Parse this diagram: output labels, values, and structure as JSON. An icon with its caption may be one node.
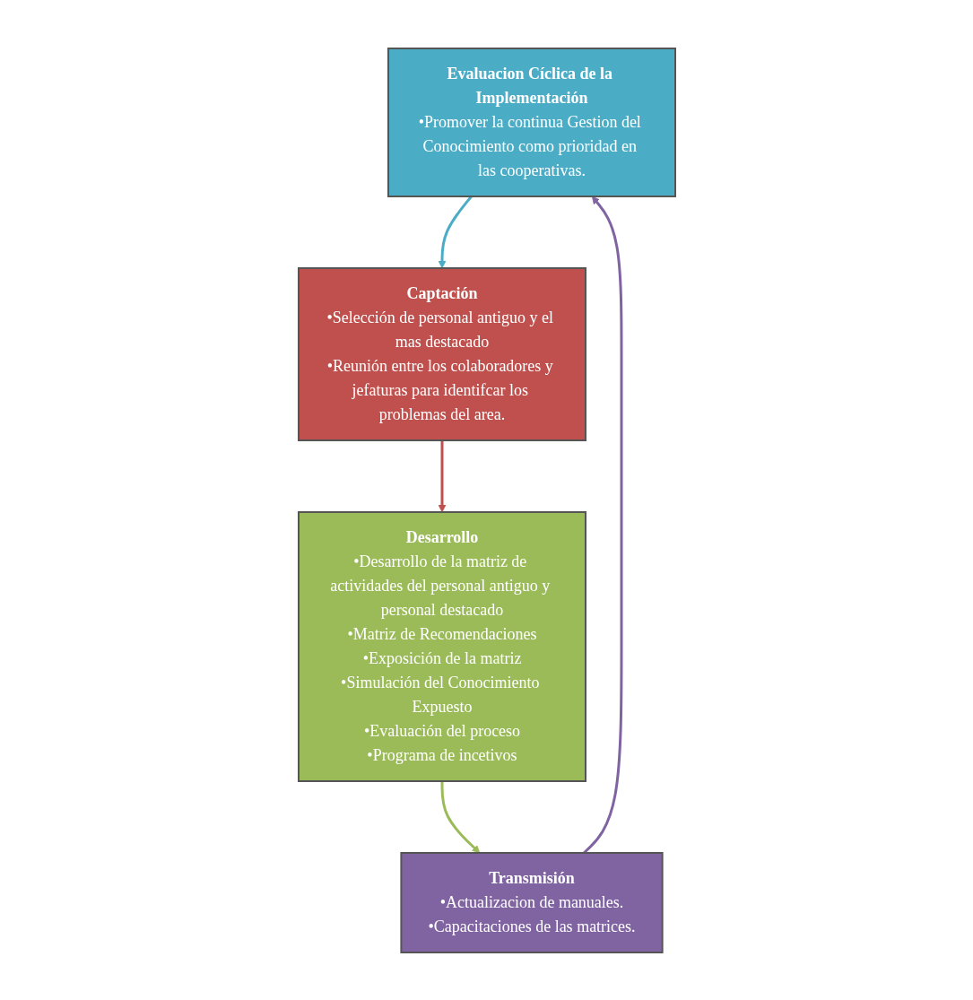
{
  "diagram": {
    "nodes": [
      {
        "text": [
          "Evaluacion Cíclica de la Implementación",
          "•Promover la continua Gestion del Conocimiento como prioridad en las cooperativas."
        ]
      },
      {
        "text": [
          "Captación",
          "•Selección de personal antiguo y el mas destacado",
          "•Reunión entre los colaboradores y jefaturas para identifcar los problemas del area."
        ]
      },
      {
        "text": [
          "Transmisión",
          "•Actualizacion de manuales.",
          "•Capacitaciones de las matrices."
        ]
      },
      {
        "text": [
          "Desarrollo",
          "•Desarrollo de la matriz de actividades del personal antiguo y personal destacado",
          "•Matriz de Recomendaciones",
          "•Exposición de la matriz",
          "•Simulación del Conocimiento Expuesto",
          "•Evaluación del proceso",
          "•Programa de incetivos"
        ]
      }
    ],
    "edges": [
      {
        "from": 0,
        "to": 1,
        "arrow": "to",
        "color": "#4bacc6"
      },
      {
        "from": 1,
        "to": 3,
        "arrow": "to",
        "color": "#c0504d"
      },
      {
        "from": 3,
        "to": 2,
        "arrow": "to",
        "color": "#9bbb59"
      },
      {
        "from": 2,
        "to": 0,
        "arrow": "to",
        "color": "#8064a2"
      }
    ]
  }
}
